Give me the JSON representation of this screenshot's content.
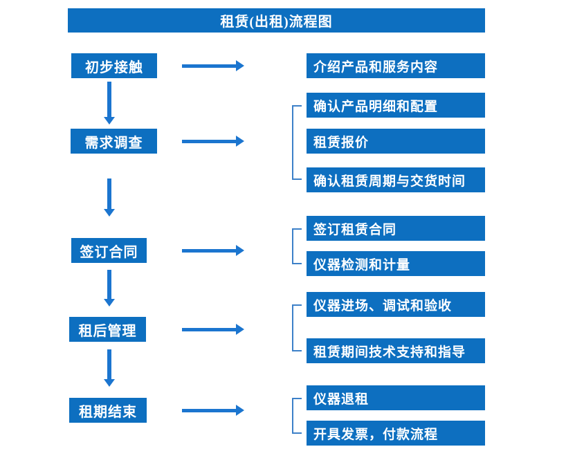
{
  "title": "租赁(出租)流程图",
  "colors": {
    "primary": "#0d6fc0",
    "arrow": "#1b75cf",
    "bracket": "#3c80c8"
  },
  "steps": [
    {
      "label": "初步接触",
      "outputs": [
        "介绍产品和服务内容"
      ]
    },
    {
      "label": "需求调查",
      "outputs": [
        "确认产品明细和配置",
        "租赁报价",
        "确认租赁周期与交货时间"
      ]
    },
    {
      "label": "签订合同",
      "outputs": [
        "签订租赁合同",
        "仪器检测和计量"
      ]
    },
    {
      "label": "租后管理",
      "outputs": [
        "仪器进场、调试和验收",
        "租赁期间技术支持和指导"
      ]
    },
    {
      "label": "租期结束",
      "outputs": [
        "仪器退租",
        "开具发票，付款流程"
      ]
    }
  ]
}
